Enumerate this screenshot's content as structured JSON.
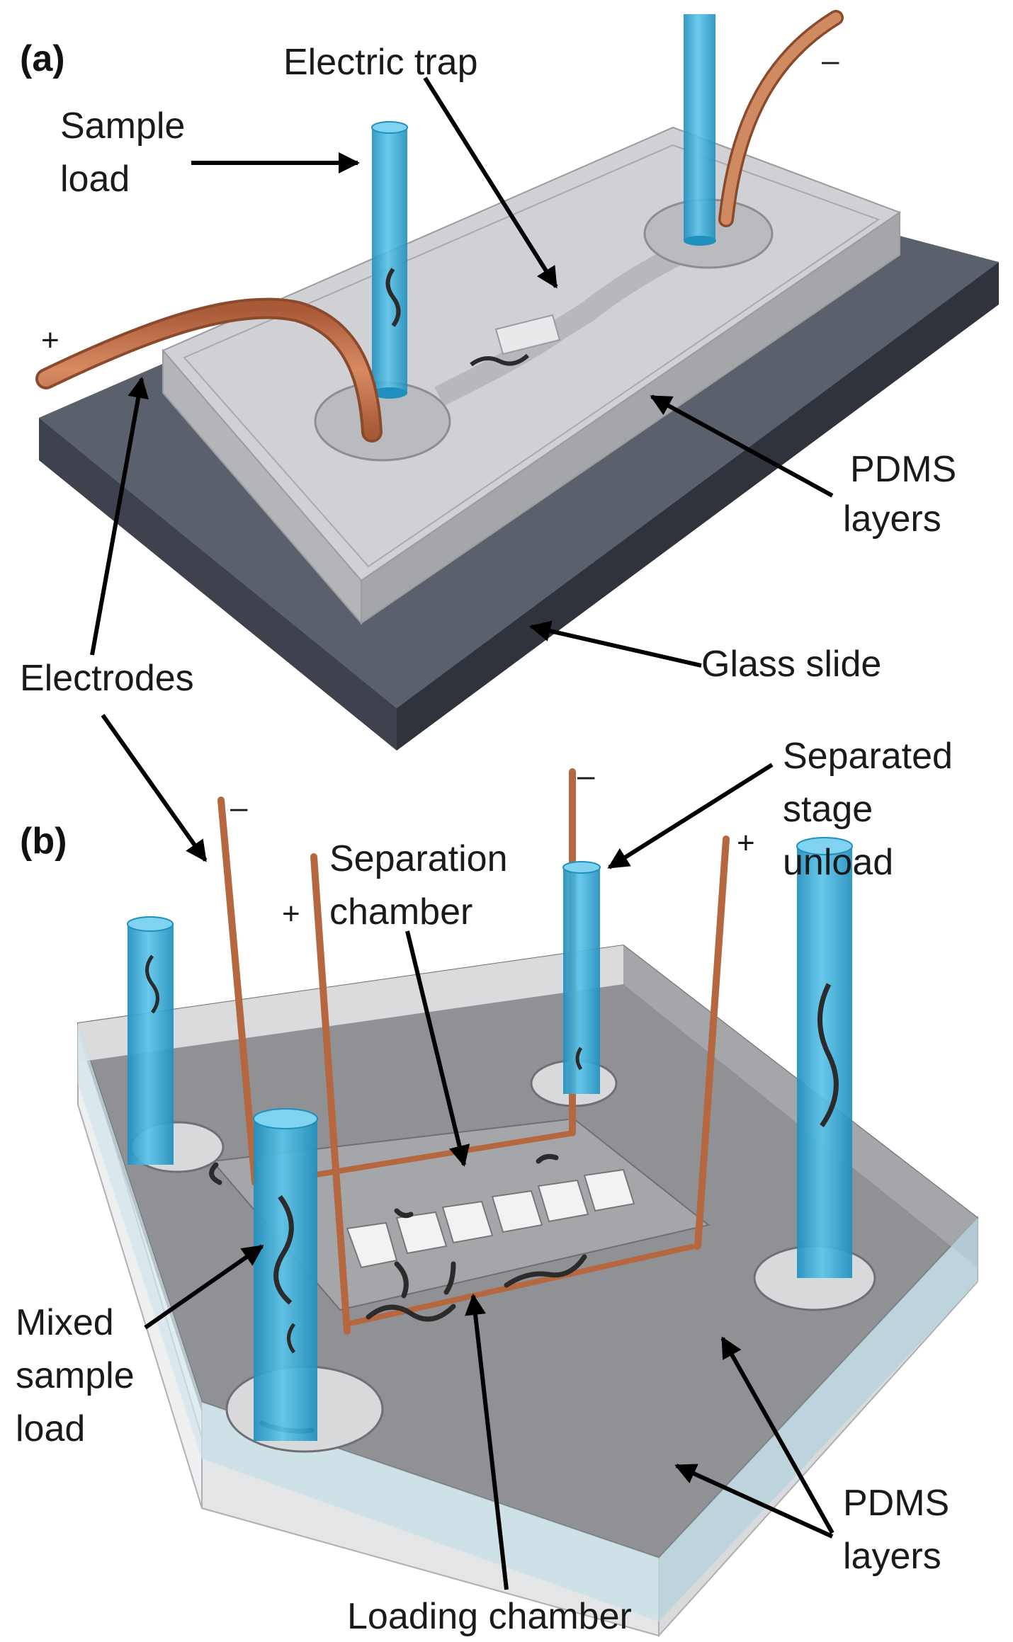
{
  "panels": {
    "a": "(a)",
    "b": "(b)"
  },
  "labels_a": {
    "electric_trap": "Electric trap",
    "sample_load_1": "Sample",
    "sample_load_2": "load",
    "pdms_1": "PDMS",
    "pdms_2": "layers",
    "glass_slide": "Glass slide",
    "electrodes": "Electrodes",
    "plus": "+",
    "minus": "–"
  },
  "labels_b": {
    "separated_1": "Separated",
    "separated_2": "stage",
    "separated_3": "unload",
    "separation_1": "Separation",
    "separation_2": "chamber",
    "mixed_1": "Mixed",
    "mixed_2": "sample",
    "mixed_3": "load",
    "pdms_1": "PDMS",
    "pdms_2": "layers",
    "loading_chamber": "Loading chamber",
    "plus": "+",
    "minus": "–"
  },
  "colors": {
    "tube": "#3aaed8",
    "tube_dark": "#1f8fbd",
    "copper": "#c0704a",
    "pdms": "#c9cbcf",
    "pdms_top": "#d3d5d9",
    "glass": "#4f5561",
    "block_b": "#8e9094",
    "transparent": "#d9e8ee"
  }
}
